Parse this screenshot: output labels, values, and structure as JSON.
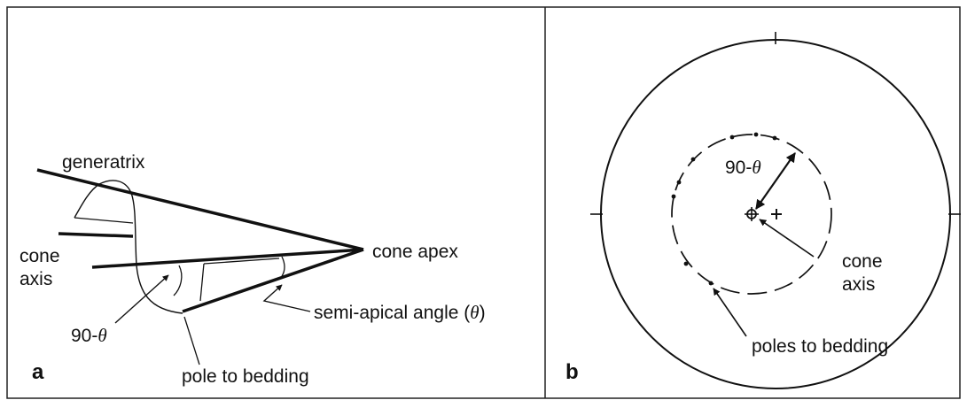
{
  "panel_a": {
    "id": "a",
    "labels": {
      "generatrix": "generatrix",
      "cone_axis_line1": "cone",
      "cone_axis_line2": "axis",
      "cone_apex": "cone apex",
      "complement_prefix": "90-",
      "semi_apical_prefix": "semi-apical angle (",
      "semi_apical_suffix": ")",
      "pole_to_bedding": "pole to bedding"
    }
  },
  "panel_b": {
    "id": "b",
    "labels": {
      "complement_prefix": "90-",
      "cone_axis_line1": "cone",
      "cone_axis_line2": "axis",
      "poles_to_bedding": "poles to bedding"
    }
  },
  "symbols": {
    "theta": "θ"
  },
  "colors": {
    "ink": "#111111",
    "frame": "#222222",
    "background": "#ffffff"
  }
}
